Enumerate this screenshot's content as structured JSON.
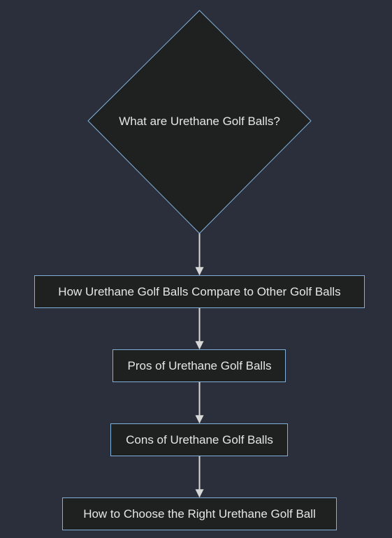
{
  "flowchart": {
    "colors": {
      "background": "#2b2f3b",
      "node_fill": "#1f2020",
      "node_border": "#81b1db",
      "edge": "#d8d8d8",
      "text": "#e6e6e6"
    },
    "nodes": [
      {
        "id": "urethane-question",
        "shape": "diamond",
        "label": "What are Urethane Golf Balls?"
      },
      {
        "id": "compare",
        "shape": "rect",
        "label": "How Urethane Golf Balls Compare to Other Golf Balls"
      },
      {
        "id": "pros",
        "shape": "rect",
        "label": "Pros of Urethane Golf Balls"
      },
      {
        "id": "cons",
        "shape": "rect",
        "label": "Cons of Urethane Golf Balls"
      },
      {
        "id": "choose",
        "shape": "rect",
        "label": "How to Choose the Right Urethane Golf Ball"
      }
    ],
    "edges": [
      {
        "from": "urethane-question",
        "to": "compare"
      },
      {
        "from": "compare",
        "to": "pros"
      },
      {
        "from": "pros",
        "to": "cons"
      },
      {
        "from": "cons",
        "to": "choose"
      }
    ]
  }
}
